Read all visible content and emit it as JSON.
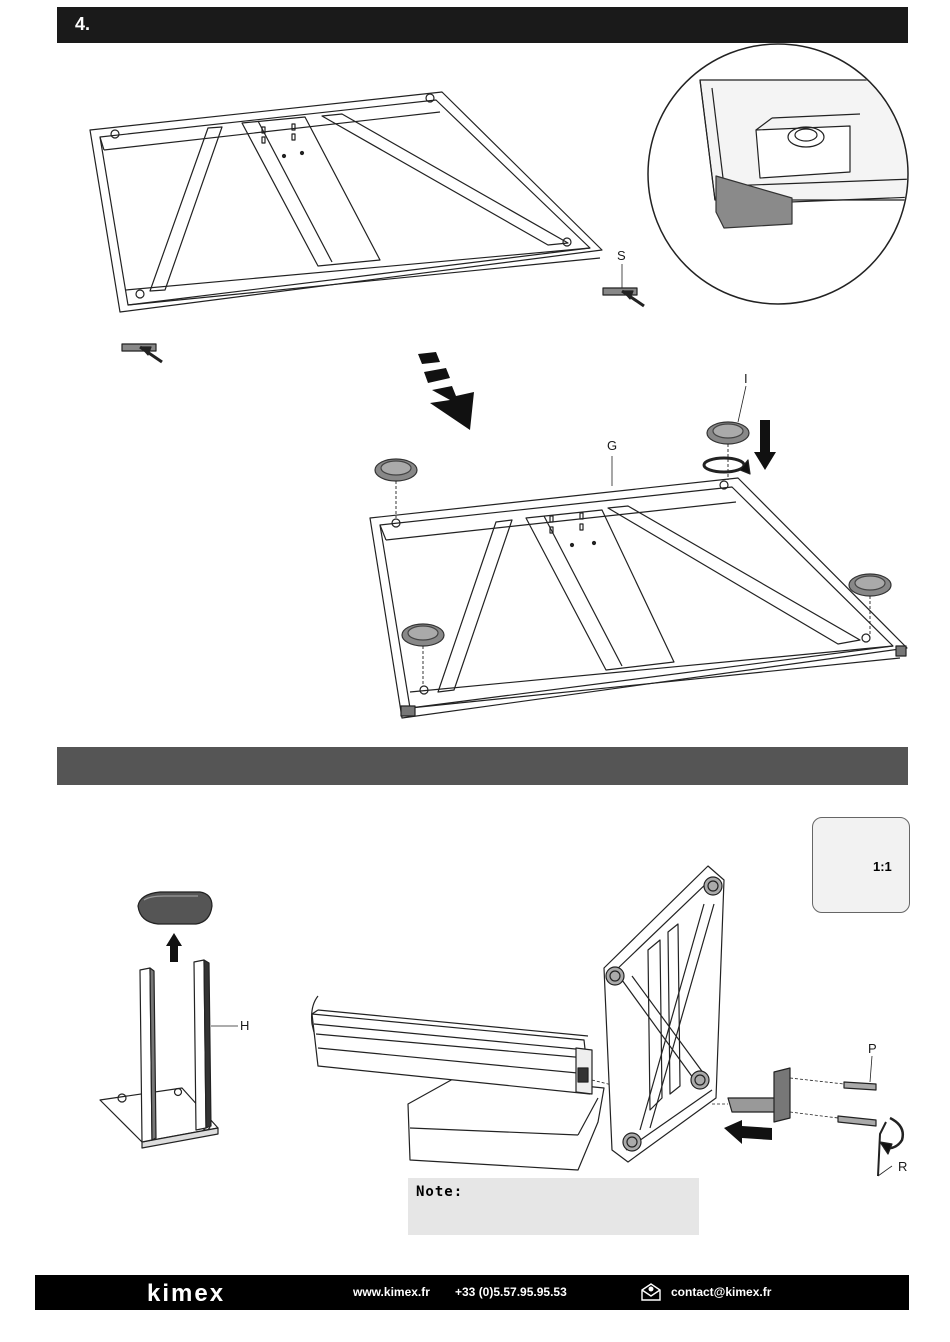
{
  "step": {
    "number": "4."
  },
  "labels": {
    "s": "S",
    "i": "I",
    "g": "G",
    "h": "H",
    "p": "P",
    "r": "R"
  },
  "tool": {
    "scale": "1:1",
    "icon": "allen-key-icon"
  },
  "note": {
    "title": "Note:"
  },
  "footer": {
    "brand": "kimex",
    "website": "www.kimex.fr",
    "phone": "+33 (0)5.57.95.95.53",
    "email": "contact@kimex.fr",
    "email_icon": "envelope-icon"
  },
  "colors": {
    "bar": "#1a1a1a",
    "grey_bar": "#555555",
    "note_bg": "#e6e6e6",
    "foot_pad": "#888888"
  }
}
